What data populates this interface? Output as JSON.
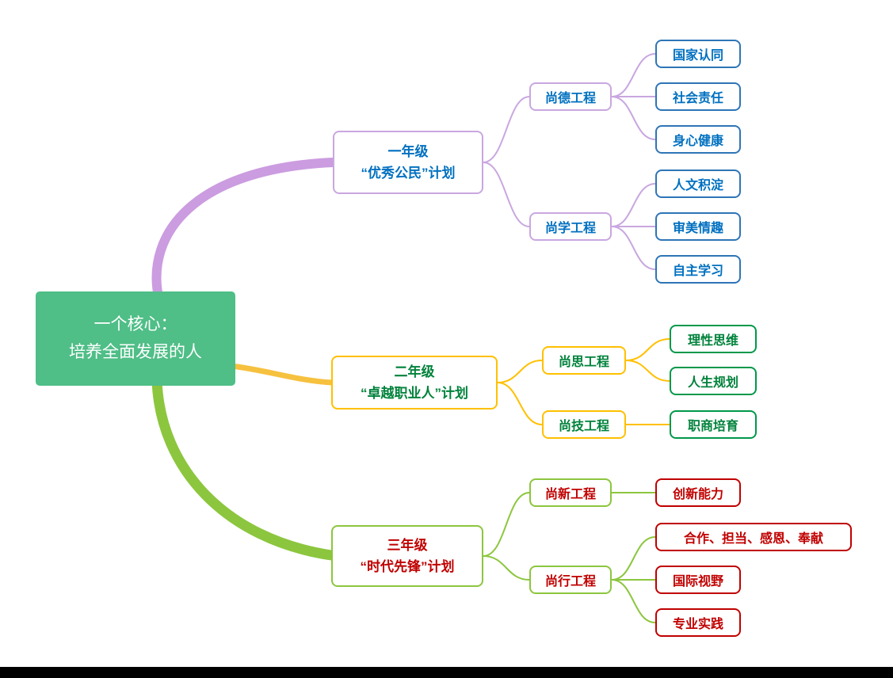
{
  "root": {
    "line1": "一个核心：",
    "line2": "培养全面发展的人"
  },
  "branches": [
    {
      "grade": {
        "line1": "一年级",
        "line2": "“优秀公民”计划"
      },
      "programs": [
        {
          "label": "尚德工程",
          "items": [
            "国家认同",
            "社会责任",
            "身心健康"
          ]
        },
        {
          "label": "尚学工程",
          "items": [
            "人文积淀",
            "审美情趣",
            "自主学习"
          ]
        }
      ]
    },
    {
      "grade": {
        "line1": "二年级",
        "line2": "“卓越职业人”计划"
      },
      "programs": [
        {
          "label": "尚思工程",
          "items": [
            "理性思维",
            "人生规划"
          ]
        },
        {
          "label": "尚技工程",
          "items": [
            "职商培育"
          ]
        }
      ]
    },
    {
      "grade": {
        "line1": "三年级",
        "line2": "“时代先锋”计划"
      },
      "programs": [
        {
          "label": "尚新工程",
          "items": [
            "创新能力"
          ]
        },
        {
          "label": "尚行工程",
          "items": [
            "合作、担当、感恩、奉献",
            "国际视野",
            "专业实践"
          ]
        }
      ]
    }
  ],
  "colors": {
    "root_bg": "#4fbe87",
    "branch1_line": "#c9a7e0",
    "branch1_text": "#0070c0",
    "branch1_leaf_border": "#2e75b6",
    "branch2_line": "#ffc000",
    "branch2_text": "#00823b",
    "branch3_line": "#8cc63e",
    "branch3_text": "#c00000",
    "bottom_bar": "#000000"
  }
}
